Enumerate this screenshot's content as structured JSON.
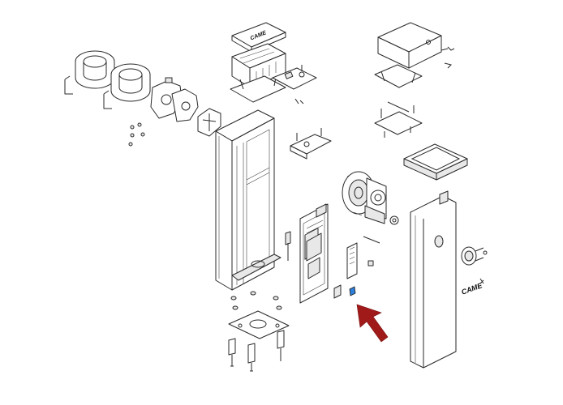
{
  "diagram": {
    "brand_marks": {
      "control_lid": "CAME",
      "post_cover": "CAME"
    },
    "colors": {
      "line": "#2a2a2a",
      "highlight_part": "#2f7fd8",
      "arrow": "#a11a1a"
    },
    "highlighted_part": "blue-component-beside-control-board"
  }
}
